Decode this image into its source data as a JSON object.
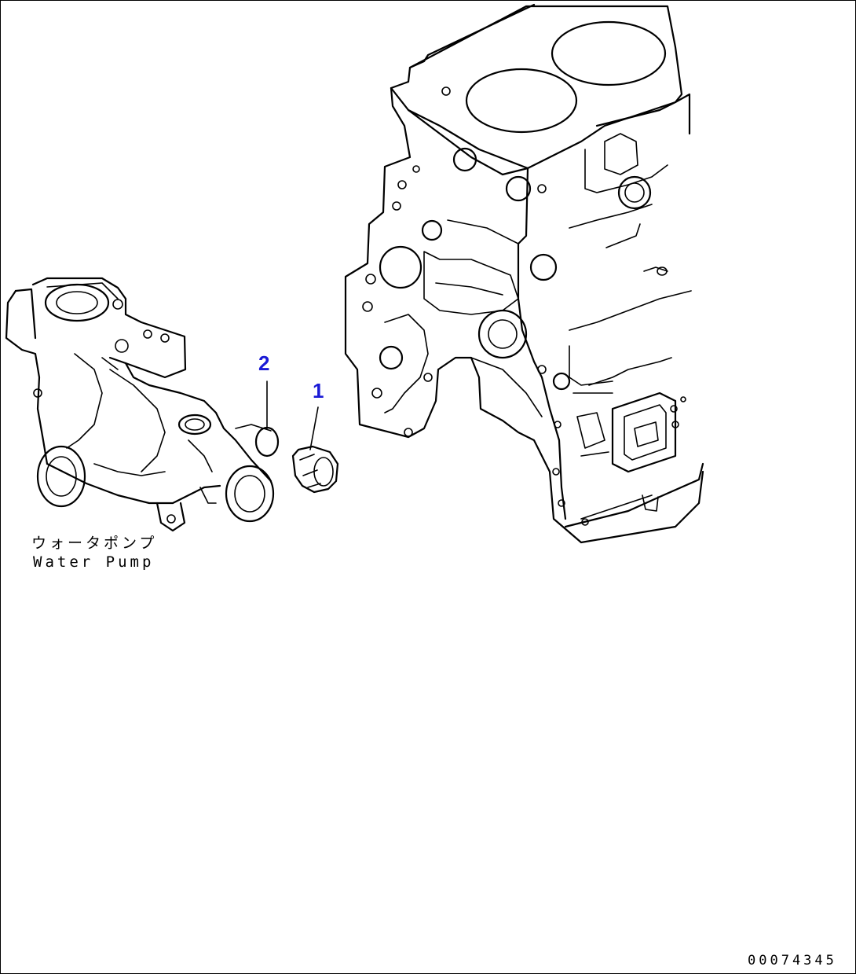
{
  "callouts": {
    "part_1": "1",
    "part_2": "2"
  },
  "labels": {
    "water_pump_jp": "ウォータポンプ",
    "water_pump_en": "Water Pump"
  },
  "drawing_id": "00074345",
  "colors": {
    "line": "#000000",
    "callout": "#1a1ad6",
    "background": "#ffffff"
  }
}
